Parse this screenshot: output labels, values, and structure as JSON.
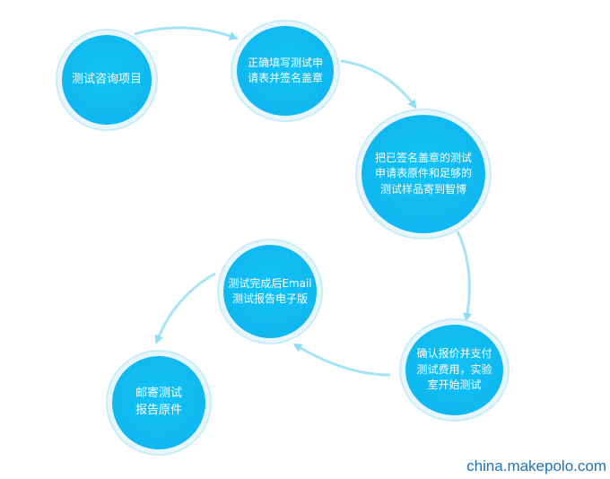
{
  "steps": {
    "s1": "测试咨询项目",
    "s2": "正确填写测试申\n请表并签名盖章",
    "s3": "把已签名盖章的测试\n申请表原件和足够的\n测试样品寄到智博",
    "s4": "测试完成后Email\n测试报告电子版",
    "s5": "确认报价并支付\n测试费用，实验\n室开始测试",
    "s6": "邮寄测试\n报告原件"
  },
  "watermark": "china.makepolo.com",
  "colors": {
    "node": "#0fb8f0",
    "arrow": "#8fdcf5",
    "watermark": "#1e74b8"
  }
}
